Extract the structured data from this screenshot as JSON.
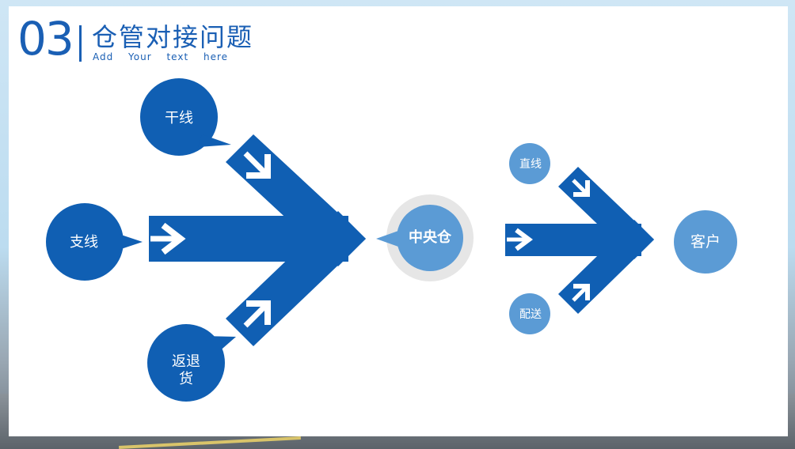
{
  "header": {
    "number": "03",
    "title": "仓管对接问题",
    "subtitle": "Add Your text here"
  },
  "nodes": {
    "trunk": "干线",
    "branch": "支线",
    "returns": "返退\n货",
    "central": "中央仓",
    "direct": "直线",
    "delivery": "配送",
    "customer": "客户"
  },
  "colors": {
    "dark_blue": "#105fb3",
    "light_blue": "#5b9bd5",
    "ring_gray": "#e6e6e6",
    "accent_title": "#1a5fb4"
  }
}
